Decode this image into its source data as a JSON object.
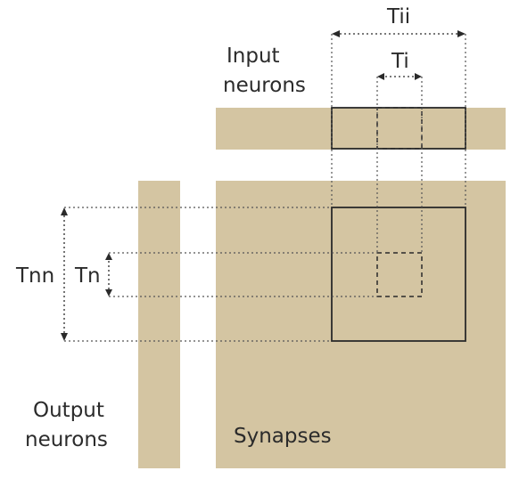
{
  "labels": {
    "input_neurons_line1": "Input",
    "input_neurons_line2": "neurons",
    "output_neurons_line1": "Output",
    "output_neurons_line2": "neurons",
    "synapses": "Synapses",
    "tii": "Tii",
    "ti": "Ti",
    "tnn": "Tnn",
    "tn": "Tn"
  },
  "colors": {
    "block_fill": "#d4c5a2",
    "line": "#2a2a2a",
    "background": "#ffffff"
  }
}
